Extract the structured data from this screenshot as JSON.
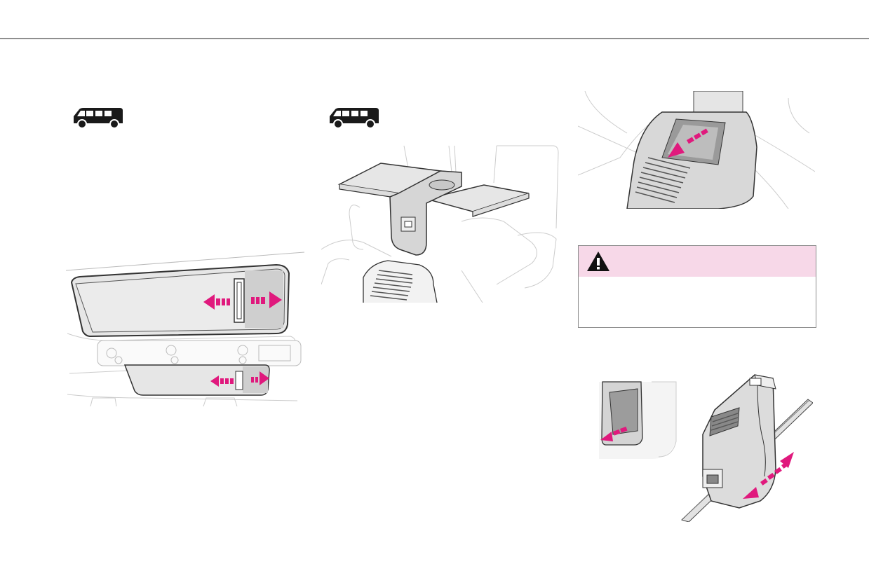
{
  "page": {
    "background": "#ffffff",
    "rule_color": "#8f8f8f",
    "accent_color": "#e0197d"
  },
  "icons": {
    "van_left": "van-silhouette-icon",
    "van_middle": "van-silhouette-icon",
    "warning": "warning-triangle-icon"
  },
  "warning": {
    "header_color": "#f7d8e8",
    "title": "",
    "text": ""
  },
  "figures": [
    {
      "name": "sunblind-roof-illustration"
    },
    {
      "name": "rear-table-illustration"
    },
    {
      "name": "console-storage-illustration"
    },
    {
      "name": "sliding-console-illustration"
    }
  ]
}
